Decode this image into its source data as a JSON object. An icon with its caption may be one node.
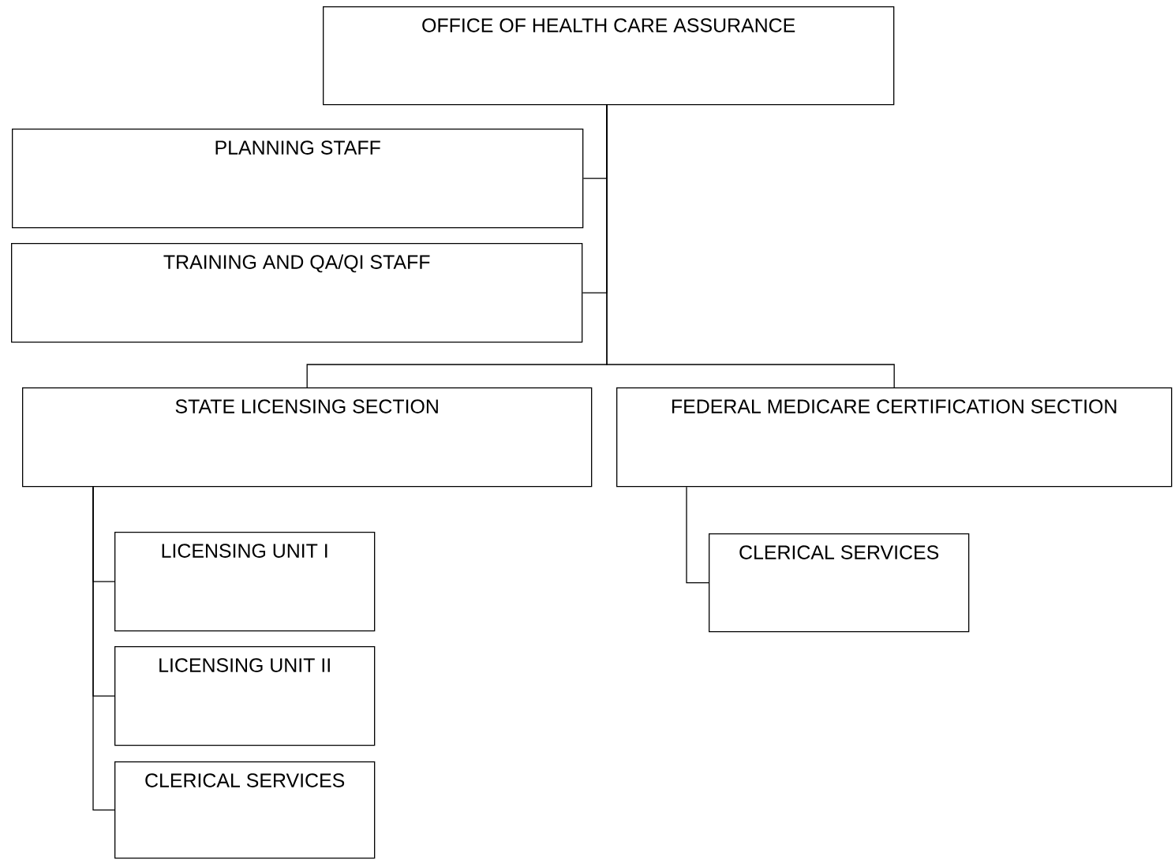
{
  "diagram": {
    "nodes": [
      {
        "text": [
          "OFFICE OF HEALTH CARE ASSURANCE"
        ]
      },
      {
        "text": [
          "PLANNING STAFF"
        ]
      },
      {
        "text": [
          "TRAINING AND QA/QI STAFF"
        ]
      },
      {
        "text": [
          "STATE LICENSING SECTION"
        ]
      },
      {
        "text": [
          "FEDERAL MEDICARE CERTIFICATION SECTION"
        ]
      },
      {
        "text": [
          "LICENSING UNIT I"
        ]
      },
      {
        "text": [
          "LICENSING UNIT II"
        ]
      },
      {
        "text": [
          "CLERICAL SERVICES"
        ]
      },
      {
        "text": [
          "CLERICAL SERVICES"
        ]
      }
    ],
    "edges": [
      {
        "from": 0,
        "to": 1,
        "arrow": "none"
      },
      {
        "from": 0,
        "to": 2,
        "arrow": "none"
      },
      {
        "from": 0,
        "to": 3,
        "arrow": "none"
      },
      {
        "from": 0,
        "to": 4,
        "arrow": "none"
      },
      {
        "from": 3,
        "to": 5,
        "arrow": "none"
      },
      {
        "from": 3,
        "to": 6,
        "arrow": "none"
      },
      {
        "from": 3,
        "to": 7,
        "arrow": "none"
      },
      {
        "from": 4,
        "to": 8,
        "arrow": "none"
      }
    ]
  }
}
